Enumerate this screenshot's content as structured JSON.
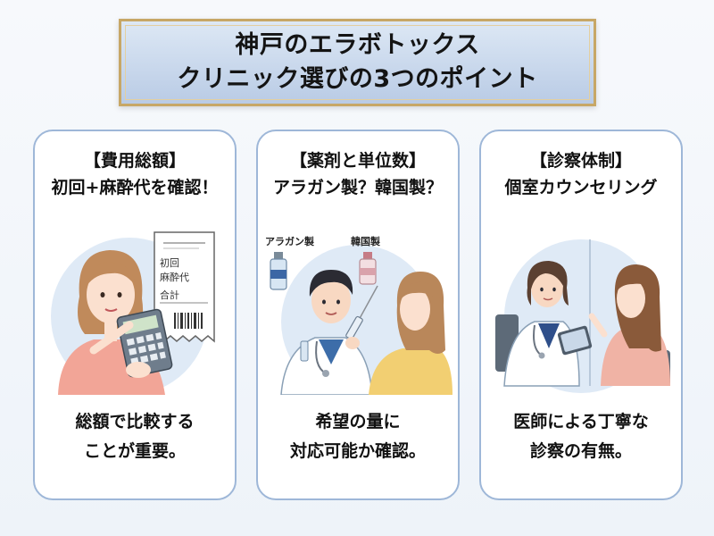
{
  "banner": {
    "line1": "神戸のエラボトックス",
    "line2": "クリニック選びの3つのポイント"
  },
  "cards": [
    {
      "title1": "【費用総額】",
      "title2": "初回+麻酔代を確認！",
      "receipt": [
        "初回",
        "麻酔代",
        "合計"
      ],
      "caption1": "総額で比較する",
      "caption2": "ことが重要。"
    },
    {
      "title1": "【薬剤と単位数】",
      "title2": "アラガン製？韓国製？",
      "vial_left": "アラガン製",
      "vial_right": "韓国製",
      "caption1": "希望の量に",
      "caption2": "対応可能か確認。"
    },
    {
      "title1": "【診察体制】",
      "title2": "個室カウンセリング",
      "caption1": "医師による丁寧な",
      "caption2": "診察の有無。"
    }
  ]
}
